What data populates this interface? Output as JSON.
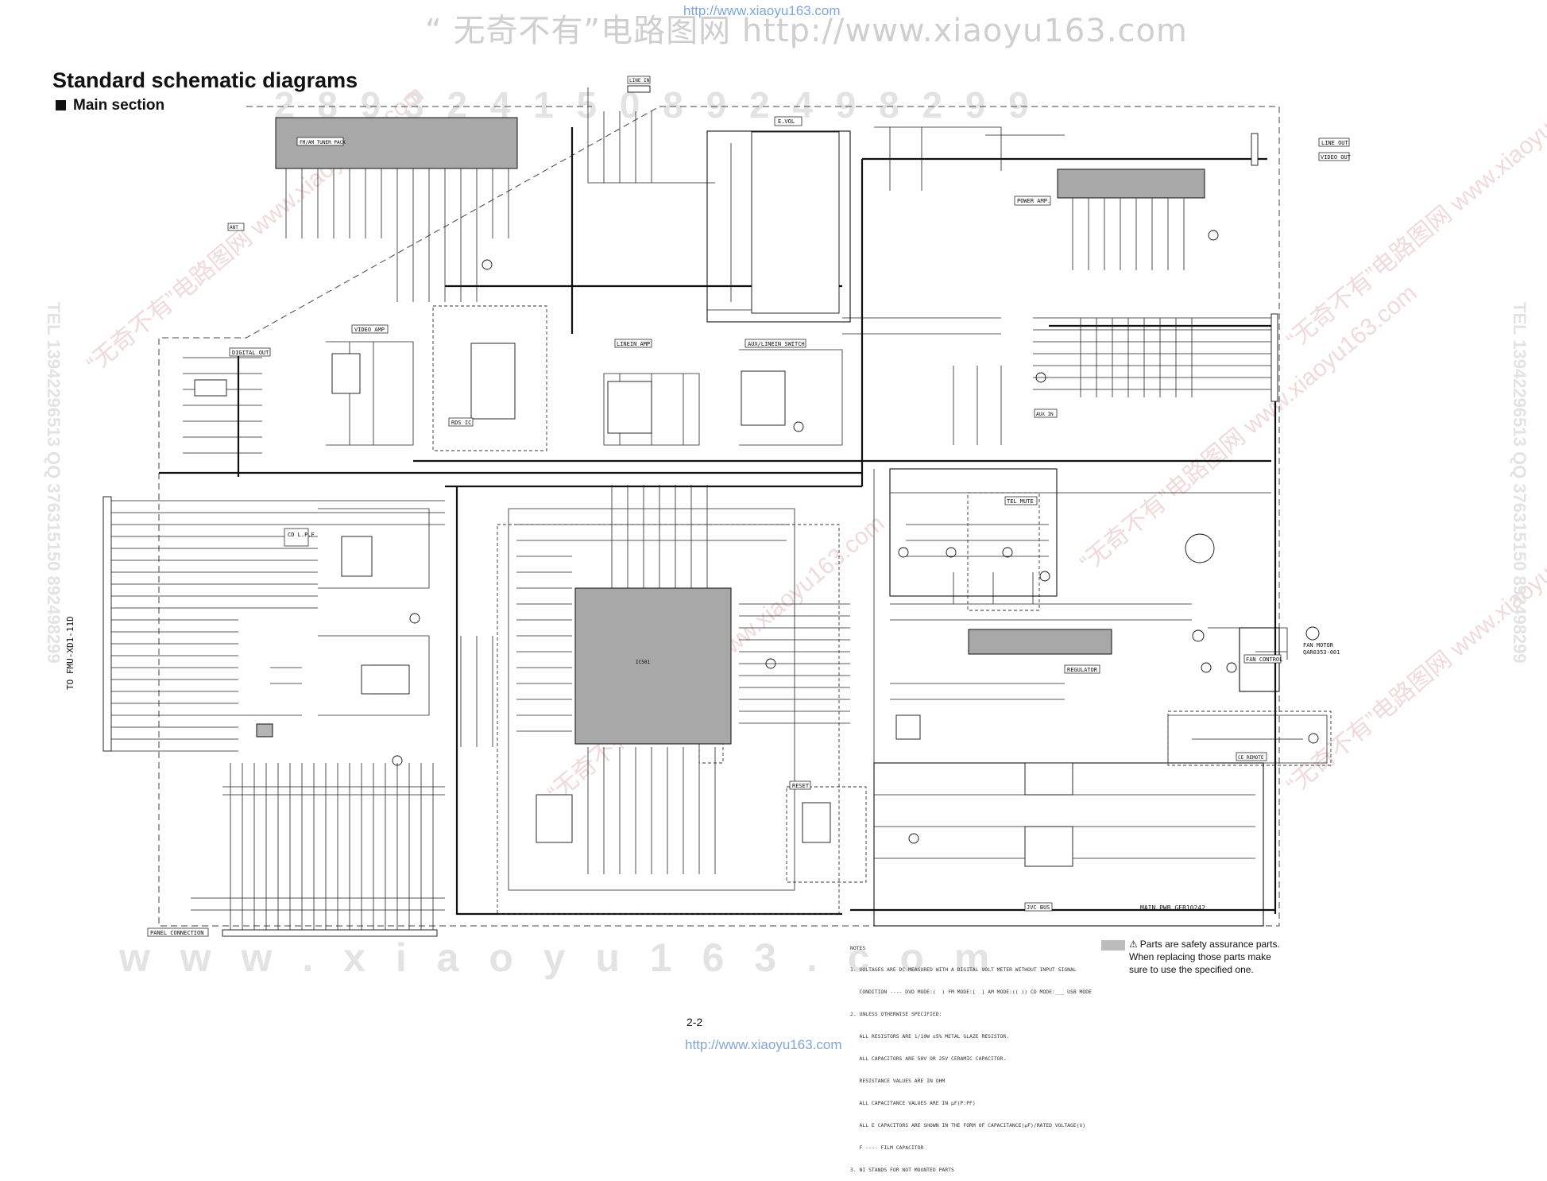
{
  "watermarks": {
    "top_banner": "“ 无奇不有”电路图网 http://www.xiaoyu163.com",
    "top_url": "http://www.xiaoyu163.com",
    "bottom_url": "http://www.xiaoyu163.com",
    "bg_www": "w w w . x i a o y u 1 6 3 . c o m",
    "bg_numbers": "2 8 9 3 2 4 1 5 0 8 9 2 4 9 8 2 9 9",
    "diagonal": "“无奇不有”电路图网 www.xiaoyu163.com",
    "side_tel": "TEL 13942296513 QQ 376315150 892498299"
  },
  "header": {
    "title": "Standard schematic diagrams",
    "section": "Main section"
  },
  "blocks": {
    "tuner": "FM/AM TUNER PACK",
    "evol": "E.VOL",
    "power_amp": "POWER AMP.",
    "line_out": "LINE OUT",
    "video_out": "VIDEO OUT",
    "line_in": "LINE IN",
    "video_amp": "VIDEO AMP",
    "digital_out": "DIGITAL OUT",
    "rds_ic": "RDS IC",
    "linein_amp": "LINEIN AMP",
    "aux_switch": "AUX/LINEIN SWITCH",
    "cd_lpf": "CD L.P.F",
    "tel_mute": "TEL MUTE",
    "regulator": "REGULATOR",
    "fan_control": "FAN CONTROL",
    "fan_motor": "FAN MOTOR",
    "fan_motor_part": "QAR0353-001",
    "reset": "RESET",
    "jvc_bus": "JVC BUS",
    "panel_connection": "PANEL CONNECTION",
    "to_fmu": "TO FMU-XD1-11D",
    "ant": "ANT",
    "ce_remote": "CE REMOTE",
    "main_pwb": "MAIN PWB GEB10242",
    "dsp_ic": "IC501",
    "aux_in": "AUX IN"
  },
  "notes": [
    "NOTES",
    "1. VOLTAGES ARE DC-MEASURED WITH A DIGITAL VOLT METER WITHOUT INPUT SIGNAL",
    "   CONDITION ---- DVD MODE:(  ) FM MODE:[  ] AM MODE:(( )) CD MODE:___ USB MODE",
    "2. UNLESS OTHERWISE SPECIFIED:",
    "   ALL RESISTORS ARE 1/10W ±5% METAL GLAZE RESISTOR.",
    "   ALL CAPACITORS ARE 50V OR 25V CERAMIC CAPACITOR.",
    "   RESISTANCE VALUES ARE IN OHM",
    "   ALL CAPACITANCE VALUES ARE IN μF(P:PF)",
    "   ALL E CAPACITORS ARE SHOWN IN THE FORM OF CAPACITANCE(μF)/RATED VOLTAGE(V)",
    "   F ---- FILM CAPACITOR",
    "3. NI STANDS FOR NOT MOUNTED PARTS"
  ],
  "legend": {
    "line1": "Parts are safety assurance parts.",
    "line2": "When replacing those parts make",
    "line3": "sure to use the specified one."
  },
  "page_number": "2-2",
  "colors": {
    "ic_fill": "#a8a8a8",
    "wire": "#111111",
    "watermark": "#d7d7d7",
    "url": "#7fa6d8"
  }
}
